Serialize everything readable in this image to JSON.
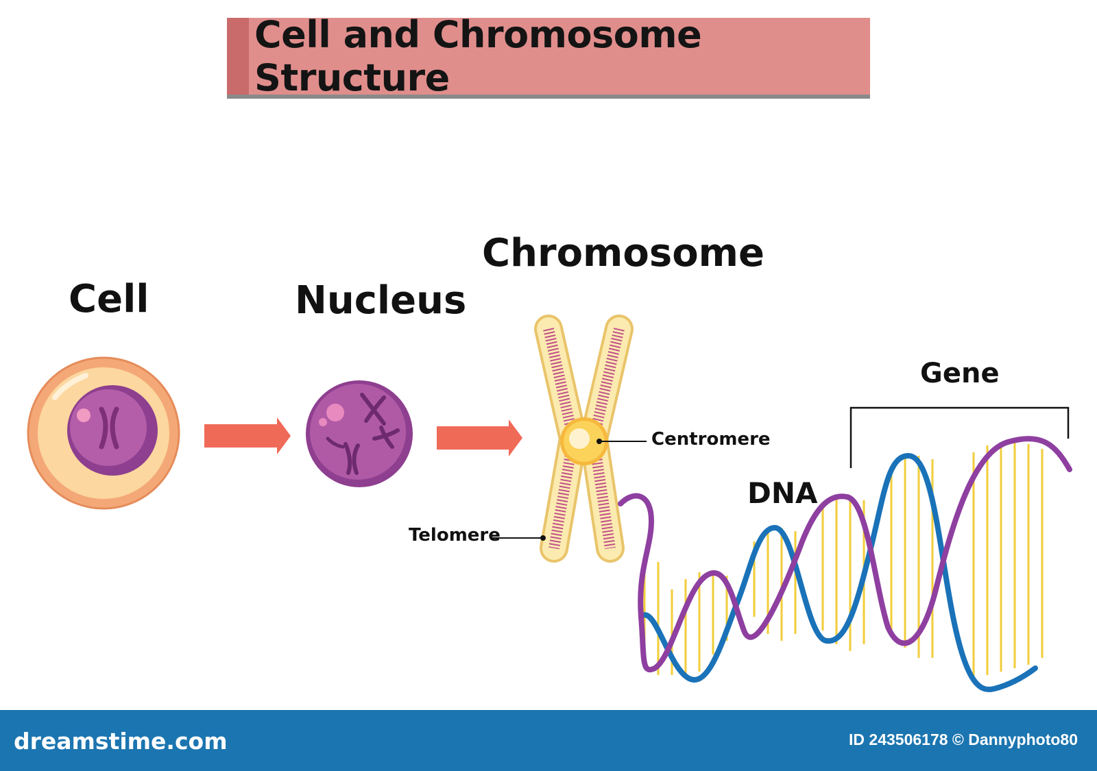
{
  "title": "Cell and Chromosome Structure",
  "labels": {
    "cell": "Cell",
    "nucleus": "Nucleus",
    "chromosome": "Chromosome",
    "centromere": "Centromere",
    "telomere": "Telomere",
    "dna": "DNA",
    "gene": "Gene"
  },
  "footer": {
    "brand": "dreamstime.com",
    "image_id": "ID 243506178 © Dannyphoto80"
  },
  "colors": {
    "banner": "#e08e8c",
    "banner_accent": "#c96a6b",
    "arrow": "#f06a58",
    "cell_outer": "#f7b57e",
    "nucleus": "#a94e9c",
    "chromosome_fill": "#fbe7a4",
    "chromosome_stripe": "#c0508a",
    "centromere": "#f9c94a",
    "dna_blue": "#1a72b8",
    "dna_purple": "#8e3fa0",
    "dna_rung": "#f2cd3a",
    "footer": "#1b75b0"
  }
}
